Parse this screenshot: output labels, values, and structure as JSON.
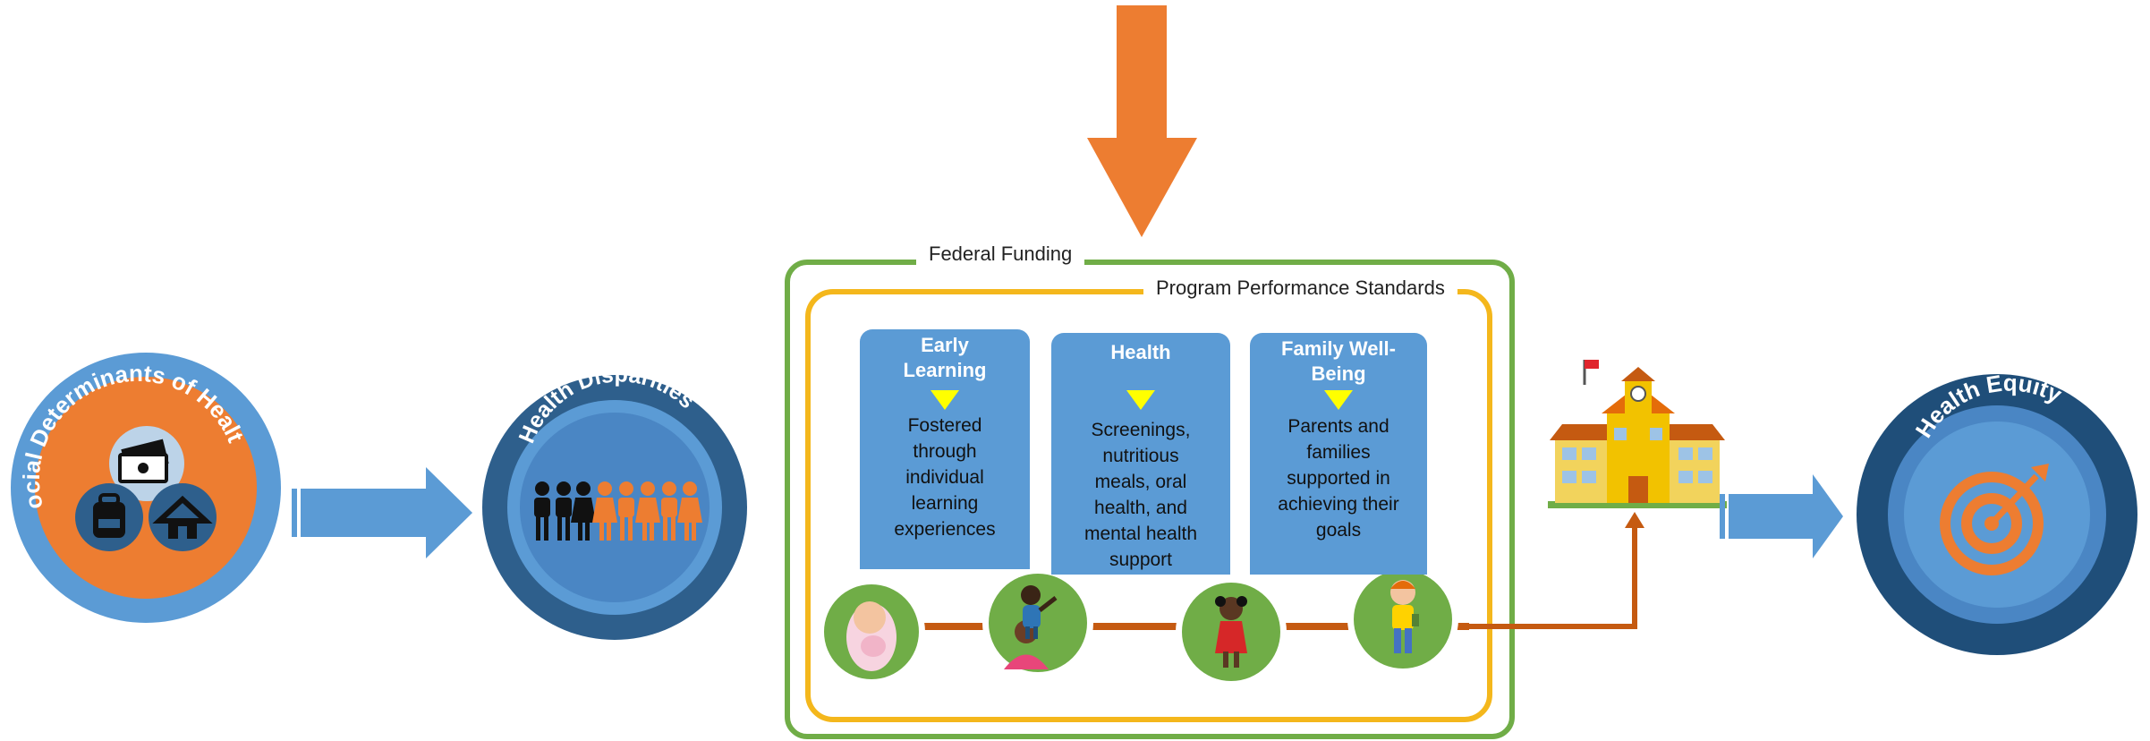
{
  "diagram": {
    "colors": {
      "blue_light": "#5b9bd5",
      "blue_mid": "#4a86c4",
      "blue_dark": "#2e5f8c",
      "navy": "#1f4e79",
      "orange": "#ed7d31",
      "green": "#70ad47",
      "gold": "#f4b71c",
      "yellow": "#ffff00"
    },
    "social_determinants": {
      "ring_text": "Social Determinants of Health",
      "icons": [
        "money-icon",
        "backpack-icon",
        "house-icon"
      ]
    },
    "health_disparities": {
      "ring_text": "Health Disparities",
      "icons": [
        "people-black-icon",
        "people-orange-icon"
      ]
    },
    "health_equity": {
      "ring_text": "Health Equity",
      "icons": [
        "target-icon"
      ]
    },
    "federal_funding": {
      "label": "Federal Funding"
    },
    "program_standards": {
      "label": "Program Performance Standards"
    },
    "cards": [
      {
        "title": [
          "Early",
          "Learning"
        ],
        "body": [
          "Fostered",
          "through",
          "individual",
          "learning",
          "experiences"
        ]
      },
      {
        "title": [
          "Health"
        ],
        "body": [
          "Screenings,",
          "nutritious",
          "meals, oral",
          "health, and",
          "mental health",
          "support"
        ]
      },
      {
        "title": [
          "Family Well-",
          "Being"
        ],
        "body": [
          "Parents and",
          "families",
          "supported in",
          "achieving their",
          "goals"
        ]
      }
    ],
    "children": [
      "infant-icon",
      "parent-with-toddler-icon",
      "preschool-girl-icon",
      "school-boy-icon"
    ],
    "school": {
      "icon": "school-building-icon"
    }
  }
}
